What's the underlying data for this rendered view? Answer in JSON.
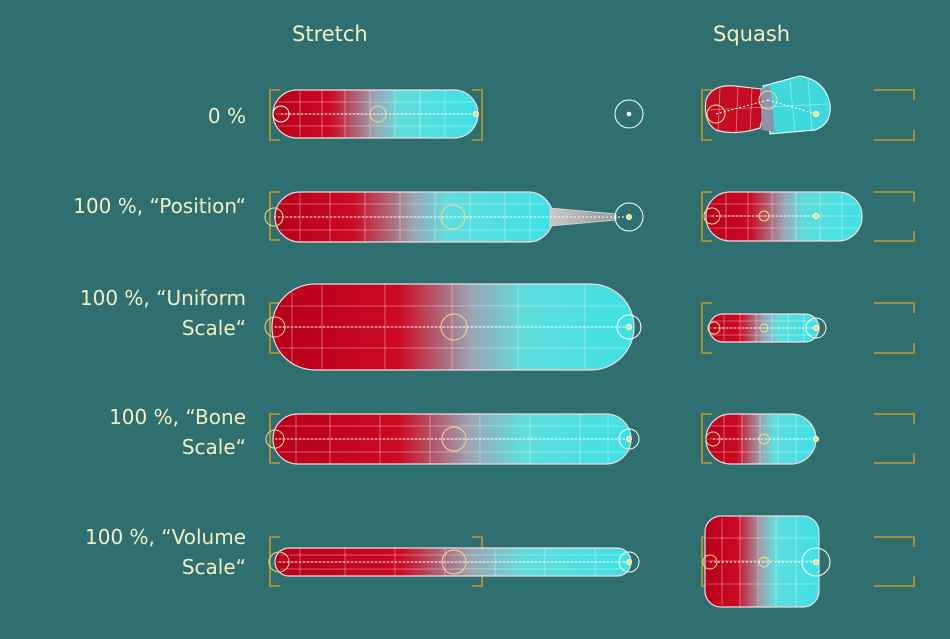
{
  "columns": {
    "stretch": "Stretch",
    "squash": "Squash"
  },
  "rows": [
    {
      "label_lines": [
        "0 %"
      ]
    },
    {
      "label_lines": [
        "100 %, “Position“"
      ]
    },
    {
      "label_lines": [
        "100 %, “Uniform",
        "Scale“"
      ]
    },
    {
      "label_lines": [
        "100 %, “Bone",
        "Scale“"
      ]
    },
    {
      "label_lines": [
        "100 %, “Volume",
        "Scale“"
      ]
    }
  ],
  "colors": {
    "background": "#2f6f6f",
    "label": "#f2efc4",
    "red": "#c4001a",
    "cyan": "#3fe0e0",
    "bracket": "#e2a31a",
    "wire": "#ffffff"
  }
}
